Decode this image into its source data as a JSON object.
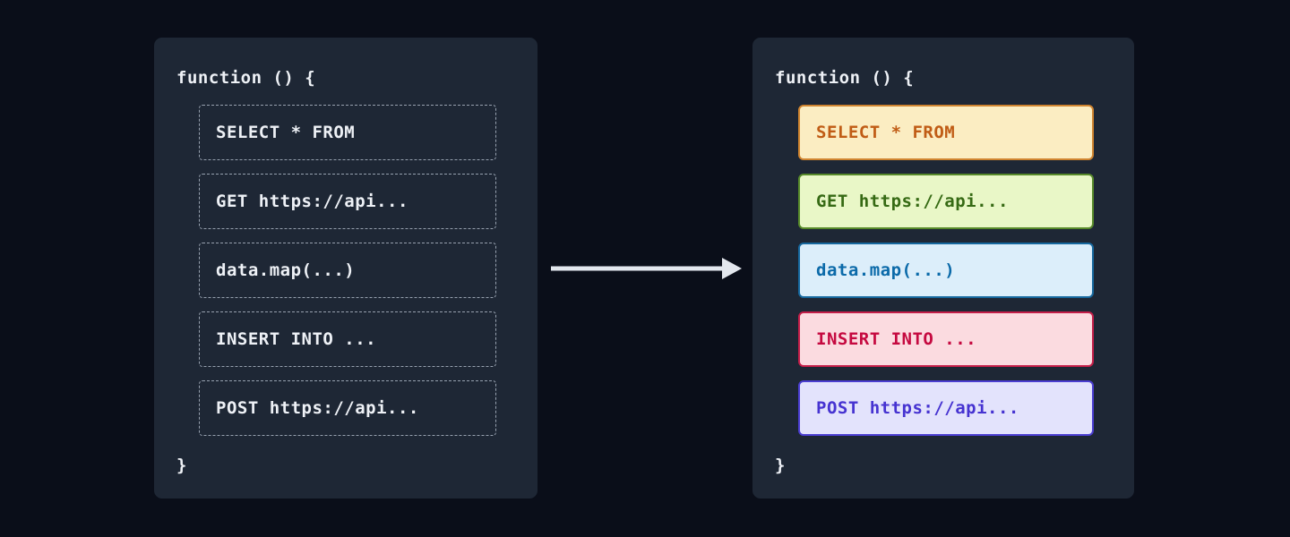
{
  "arrow": {
    "color": "#e3e7ee"
  },
  "left_panel": {
    "open_line": "function () {",
    "close_line": "}",
    "items": [
      {
        "label": "SELECT * FROM"
      },
      {
        "label": "GET https://api..."
      },
      {
        "label": "data.map(...)"
      },
      {
        "label": "INSERT INTO ..."
      },
      {
        "label": "POST https://api..."
      }
    ]
  },
  "right_panel": {
    "open_line": "function () {",
    "close_line": "}",
    "items": [
      {
        "label": "SELECT * FROM",
        "bg": "#fbedc2",
        "border": "#d0842f",
        "color": "#c05c15"
      },
      {
        "label": "GET https://api...",
        "bg": "#e9f7c7",
        "border": "#578a2a",
        "color": "#366a14"
      },
      {
        "label": "data.map(...)",
        "bg": "#dceefa",
        "border": "#16689e",
        "color": "#0b6aa9"
      },
      {
        "label": "INSERT INTO ...",
        "bg": "#fbdbe0",
        "border": "#c41e49",
        "color": "#c50940"
      },
      {
        "label": "POST https://api...",
        "bg": "#e3e3fc",
        "border": "#4b3ed1",
        "color": "#4633d1"
      }
    ]
  }
}
